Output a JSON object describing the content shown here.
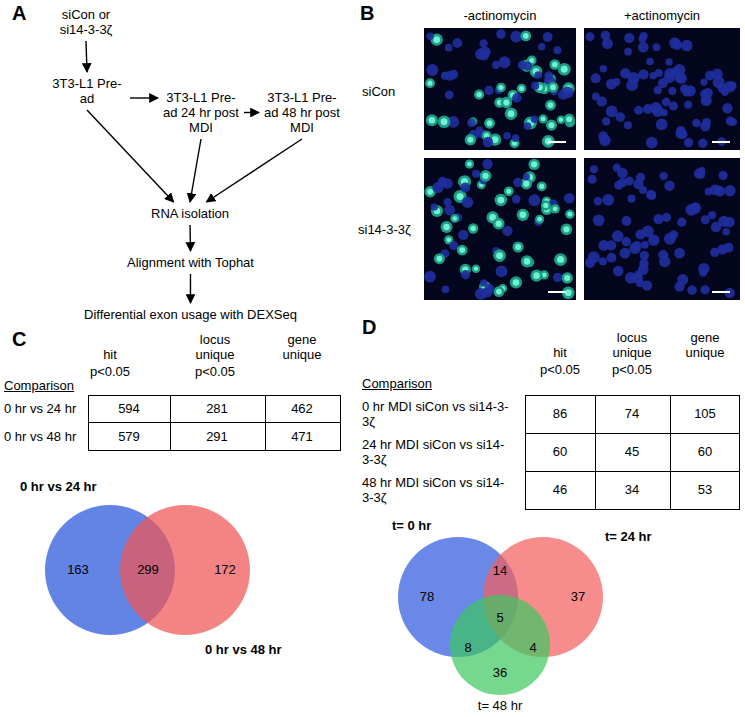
{
  "diagram": {
    "nodes": [
      {
        "text": [
          "siCon or si14-3-3ζ"
        ]
      },
      {
        "text": [
          "3T3-L1 Pre-ad"
        ]
      },
      {
        "text": [
          "3T3-L1 Pre-ad 24 hr post MDI"
        ]
      },
      {
        "text": [
          "3T3-L1 Pre-ad 48 hr post MDI"
        ]
      },
      {
        "text": [
          "RNA isolation"
        ]
      },
      {
        "text": [
          "Alignment with Tophat"
        ]
      },
      {
        "text": [
          "Differential exon usage with DEXSeq"
        ]
      },
      {
        "text": [
          "0 hr vs 24 hr",
          "163"
        ]
      },
      {
        "text": [
          "172",
          "0 hr vs 48 hr"
        ]
      },
      {
        "text": [
          "t= 0 hr",
          "78"
        ]
      },
      {
        "text": [
          "t= 24 hr",
          "37"
        ]
      },
      {
        "text": [
          "36",
          "t= 48 hr"
        ]
      }
    ],
    "edges": [
      {
        "from": 0,
        "to": 1,
        "arrow": "to"
      },
      {
        "from": 1,
        "to": 2,
        "arrow": "to"
      },
      {
        "from": 2,
        "to": 3,
        "arrow": "to"
      },
      {
        "from": 1,
        "to": 4,
        "arrow": "to"
      },
      {
        "from": 2,
        "to": 4,
        "arrow": "to"
      },
      {
        "from": 3,
        "to": 4,
        "arrow": "to"
      },
      {
        "from": 4,
        "to": 5,
        "arrow": "to"
      },
      {
        "from": 5,
        "to": 6,
        "arrow": "to"
      }
    ],
    "labels": [
      "A",
      "B",
      "-actinomycin",
      "+actinomycin",
      "siCon",
      "si14-3-3ζ",
      "C",
      "hit",
      "locus unique",
      "gene unique",
      "p<0.05",
      "p<0.05",
      "Comparison",
      "0 hr vs 24 hr",
      "594",
      "281",
      "462",
      "0 hr vs 48 hr",
      "579",
      "291",
      "471",
      "299",
      "D",
      "hit",
      "locus unique",
      "gene unique",
      "p<0.05",
      "p<0.05",
      "Comparison",
      "0 hr MDI siCon vs si14-3-3ζ",
      "86",
      "74",
      "105",
      "24 hr MDI siCon vs si14-3-3ζ",
      "60",
      "45",
      "60",
      "48 hr MDI siCon vs si14-3-3ζ",
      "46",
      "34",
      "53",
      "14",
      "5",
      "8",
      "4"
    ]
  }
}
